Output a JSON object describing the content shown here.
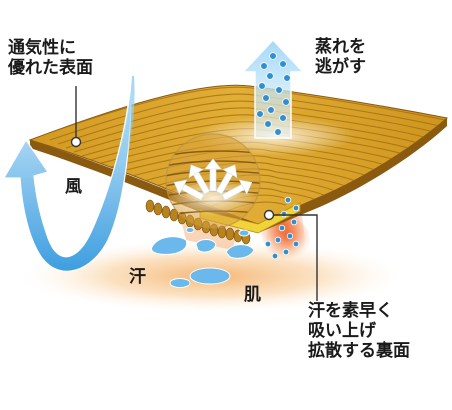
{
  "labels": {
    "surface": [
      "通気性に",
      "優れた表面"
    ],
    "steam": [
      "蒸れを",
      "逃がす"
    ],
    "wind": "風",
    "sweat": "汗",
    "skin": "肌",
    "back": [
      "汗を素早く",
      "吸い上げ",
      "拡散する裏面"
    ]
  },
  "colors": {
    "fabric_top": "#dca62a",
    "fabric_stripe": "#9c6c12",
    "fabric_edge": "#7a4e0c",
    "fabric_underside": "#f1d33a",
    "wind_arrow": "#6fb6e6",
    "steam_arrow": "#bfe6fb",
    "vapor_dot": "#2f8fd1",
    "sweat_drop": "#6ab8ec",
    "skin_glow": "#f6b46f",
    "heat_glow": "#f25c1c",
    "leader_line": "#333333"
  },
  "icons": [
    "wind-arrow-icon",
    "steam-arrow-icon",
    "sweat-drop-icon",
    "vapor-dot-icon",
    "diffusion-arrow-icon"
  ]
}
